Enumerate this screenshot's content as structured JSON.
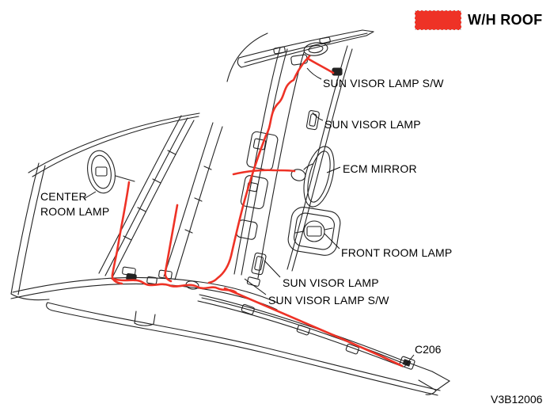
{
  "legend": {
    "label": "W/H ROOF",
    "swatch_color": "#ee3226"
  },
  "colors": {
    "harness": "#ee3226",
    "line_art": "#222222"
  },
  "figure_number": "V3B12006",
  "callouts": [
    {
      "id": "sun-visor-lamp-sw-top",
      "text": "SUN VISOR LAMP S/W"
    },
    {
      "id": "sun-visor-lamp-top",
      "text": "SUN VISOR LAMP"
    },
    {
      "id": "ecm-mirror",
      "text": "ECM MIRROR"
    },
    {
      "id": "front-room-lamp",
      "text": "FRONT ROOM LAMP"
    },
    {
      "id": "sun-visor-lamp-bottom",
      "text": "SUN VISOR LAMP"
    },
    {
      "id": "sun-visor-lamp-sw-bottom",
      "text": "SUN VISOR LAMP S/W"
    },
    {
      "id": "center-room-lamp",
      "text": "CENTER\nROOM LAMP"
    },
    {
      "id": "connector-c206",
      "text": "C206"
    }
  ]
}
